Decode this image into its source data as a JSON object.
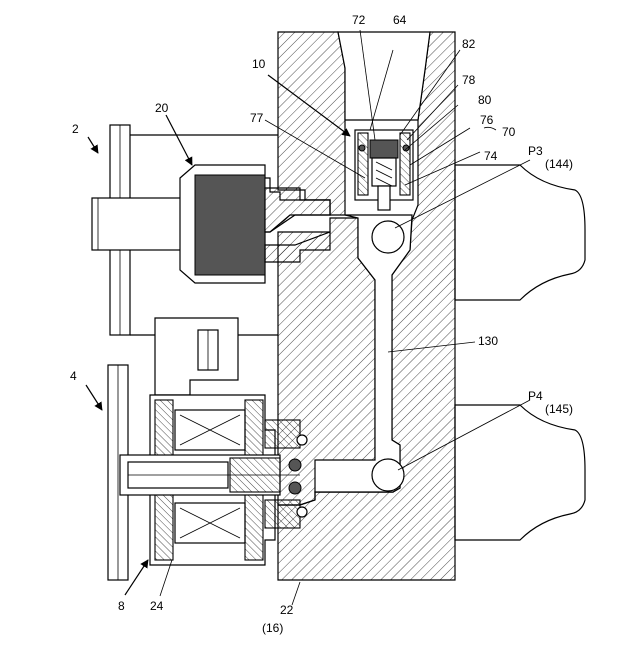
{
  "labels": {
    "ref_2": "2",
    "ref_4": "4",
    "ref_8": "8",
    "ref_10": "10",
    "ref_20": "20",
    "ref_22": "22",
    "ref_16": "(16)",
    "ref_24": "24",
    "ref_64": "64",
    "ref_70": "70",
    "ref_72": "72",
    "ref_74": "74",
    "ref_76": "76",
    "ref_77": "77",
    "ref_78": "78",
    "ref_80": "80",
    "ref_82": "82",
    "ref_130": "130",
    "ref_p3": "P3",
    "ref_p3_num": "(144)",
    "ref_p4": "P4",
    "ref_p4_num": "(145)"
  }
}
